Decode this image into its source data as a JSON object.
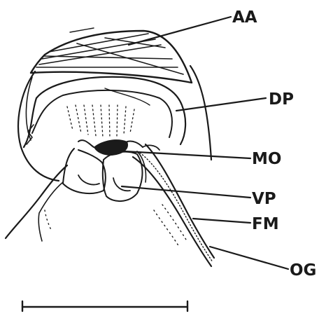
{
  "figure": {
    "labels": {
      "aa": "AA",
      "dp": "DP",
      "mo": "MO",
      "vp": "VP",
      "fm": "FM",
      "og": "OG"
    }
  }
}
